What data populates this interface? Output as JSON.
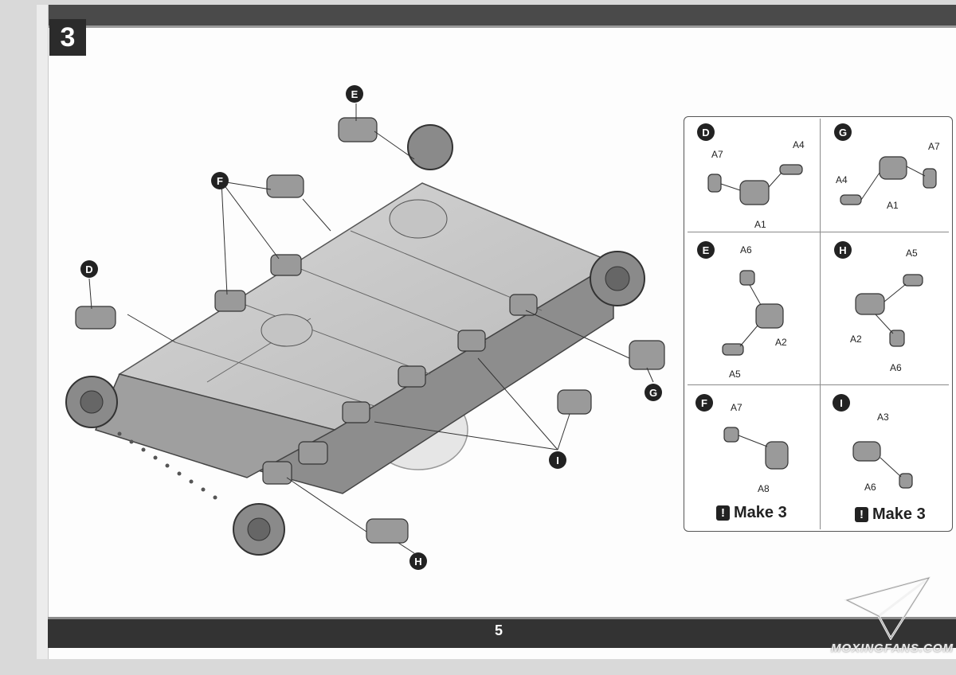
{
  "step": "3",
  "page_number": "5",
  "watermark": "MOXINGFANS.COM",
  "main_callouts": [
    "E",
    "F",
    "D",
    "G",
    "I",
    "H"
  ],
  "details": [
    {
      "id": "D",
      "parts": [
        "A7",
        "A4",
        "A1"
      ]
    },
    {
      "id": "G",
      "parts": [
        "A7",
        "A4",
        "A1"
      ]
    },
    {
      "id": "E",
      "parts": [
        "A6",
        "A2",
        "A5"
      ]
    },
    {
      "id": "H",
      "parts": [
        "A5",
        "A2",
        "A6"
      ]
    },
    {
      "id": "F",
      "parts": [
        "A7",
        "A8"
      ],
      "note": "Make 3"
    },
    {
      "id": "I",
      "parts": [
        "A3",
        "A6"
      ],
      "note": "Make 3"
    }
  ],
  "warning_symbol": "!"
}
